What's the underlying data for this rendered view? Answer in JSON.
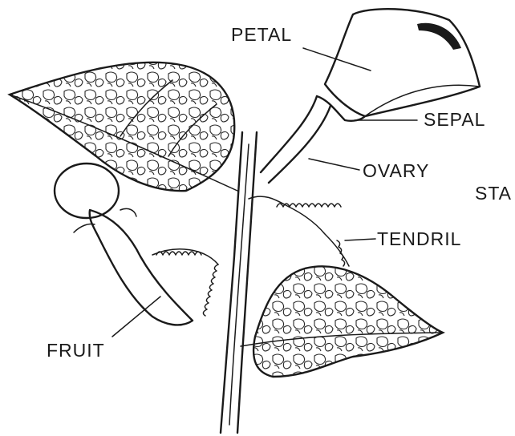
{
  "labels": {
    "petal": "PETAL",
    "sepal": "SEPAL",
    "ovary": "OVARY",
    "stamen": "STA",
    "tendril": "TENDRIL",
    "fruit": "FRUIT"
  }
}
